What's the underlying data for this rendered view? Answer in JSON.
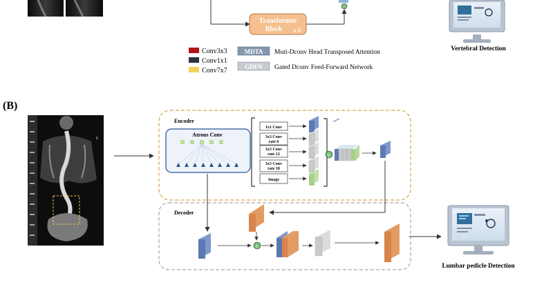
{
  "top": {
    "transformer_block": {
      "line1": "Transformer",
      "line2": "Block",
      "suffix": "x S"
    },
    "legend": {
      "colors": [
        {
          "label": "Conv3x3",
          "color": "#b3121b"
        },
        {
          "label": "Conv1x1",
          "color": "#2b3340"
        },
        {
          "label": "Conv7x7",
          "color": "#f3d25c"
        }
      ],
      "modules": [
        {
          "abbr": "MDTA",
          "desc": "Muti-Dconv Head Transposed Attention"
        },
        {
          "abbr": "GDFN",
          "desc": "Gated Dconv Feed-Forward Network"
        }
      ]
    },
    "result_label": "Vertebral Detection"
  },
  "panel_b": {
    "label": "(B)",
    "xray_marker": "L",
    "encoder": {
      "title": "Encoder",
      "atrous_title": "Atrous Conv",
      "branches": [
        {
          "line1": "1x1 Conv",
          "line2": ""
        },
        {
          "line1": "3x3 Conv",
          "line2": "rate 6"
        },
        {
          "line1": "3x3 Conv",
          "line2": "rate 12"
        },
        {
          "line1": "3x3 Conv",
          "line2": "rate 18"
        },
        {
          "line1": "Image",
          "line2": ""
        }
      ],
      "concat_symbol": "C"
    },
    "decoder": {
      "title": "Decoder",
      "concat_symbol": "C"
    },
    "result_label": "Lumbar pedicle Detection"
  },
  "colors": {
    "blue_block": "#5b79b3",
    "orange_block": "#d9844c",
    "gray_block": "#c9c9c9",
    "green_block": "#a8d08d",
    "dashed_border": "#d6a74a",
    "decoder_border": "#a6a6a6",
    "transformer_fill": "#f5c08f",
    "legend_box": "#8496b0"
  }
}
